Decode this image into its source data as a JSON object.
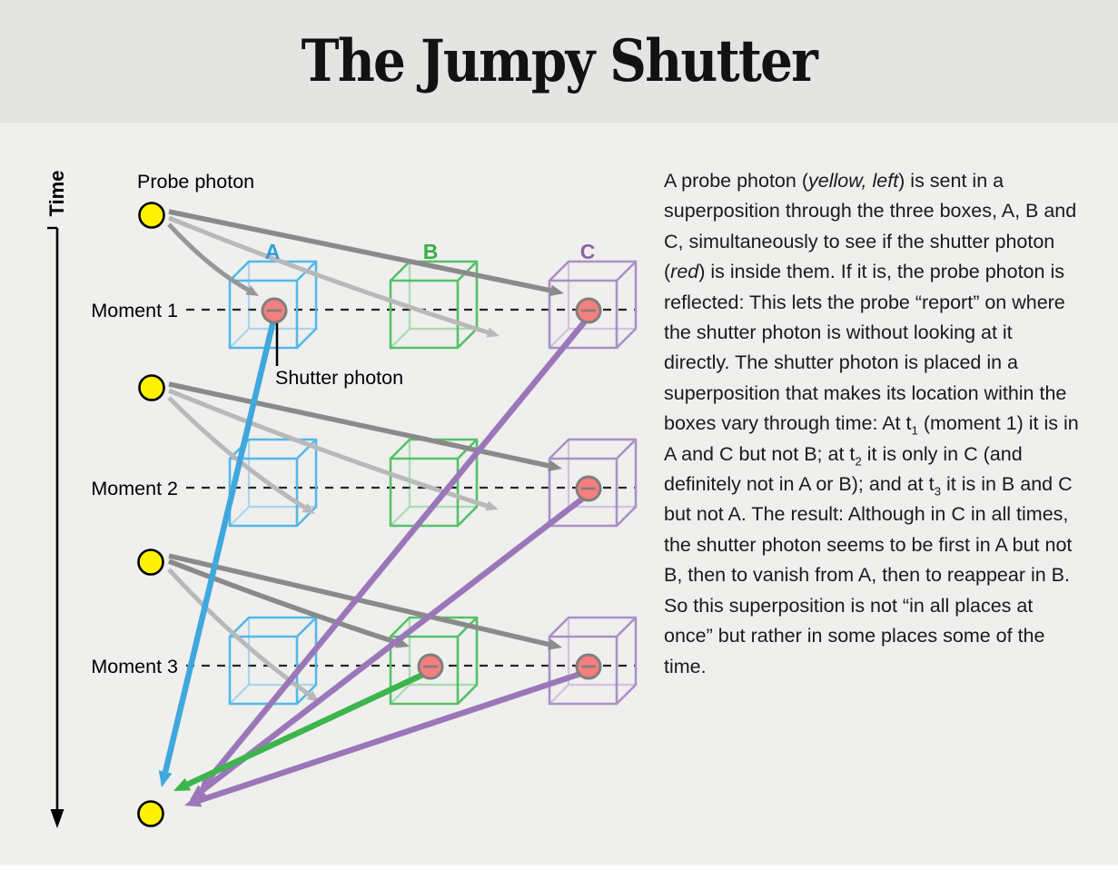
{
  "header": {
    "title": "The Jumpy Shutter"
  },
  "diagram": {
    "time_axis_label": "Time",
    "probe_photon_label": "Probe photon",
    "shutter_photon_label": "Shutter photon",
    "box_labels": {
      "a": "A",
      "b": "B",
      "c": "C"
    },
    "moments": [
      {
        "label": "Moment 1",
        "shutter_in": [
          "A",
          "C"
        ]
      },
      {
        "label": "Moment 2",
        "shutter_in": [
          "C"
        ]
      },
      {
        "label": "Moment 3",
        "shutter_in": [
          "B",
          "C"
        ]
      }
    ],
    "reflected_paths": [
      {
        "from_box": "A",
        "moment": 1,
        "color_key": "arrow_blue"
      },
      {
        "from_box": "B",
        "moment": 3,
        "color_key": "arrow_green"
      },
      {
        "from_box": "C",
        "moment": 1,
        "color_key": "arrow_purple"
      },
      {
        "from_box": "C",
        "moment": 2,
        "color_key": "arrow_purple"
      },
      {
        "from_box": "C",
        "moment": 3,
        "color_key": "arrow_purple"
      }
    ]
  },
  "colors": {
    "box_a": "#55B8E8",
    "box_b": "#55C167",
    "box_c": "#AC90C8",
    "label_a": "#2B9FD8",
    "label_b": "#3BAE49",
    "label_c": "#8A64A8",
    "arrow_blue": "#3FA8DD",
    "arrow_green": "#3DB54C",
    "arrow_purple": "#9B77BA",
    "arrow_gray_dark": "#8A8A8A",
    "arrow_gray_mid": "#979797",
    "arrow_gray_light": "#B9B9B9",
    "photon_yellow": "#FFF200",
    "photon_yellow_stroke": "#000000",
    "photon_red": "#F57E7E",
    "photon_red_stroke": "#7F7F7F",
    "dashed_line": "#262626",
    "header_bg": "#E4E4E3",
    "body_bg": "#EFEFEE"
  },
  "description": {
    "segments": [
      {
        "style": "normal",
        "text": "A probe photon ("
      },
      {
        "style": "italic",
        "text": "yellow, left"
      },
      {
        "style": "normal",
        "text": ") is sent in a superposition through the three boxes, A, B and C, simultaneously to see if the shutter photon ("
      },
      {
        "style": "italic",
        "text": "red"
      },
      {
        "style": "normal",
        "text": ") is inside them. If it is, the probe photon is reflected: This lets the probe “report” on where the shutter photon is without looking at it directly. The shutter photon is placed in a superposition that makes its location within the boxes vary through time: At t"
      },
      {
        "style": "sub",
        "text": "1"
      },
      {
        "style": "normal",
        "text": " (moment 1) it is in A and C but not B; at t"
      },
      {
        "style": "sub",
        "text": "2"
      },
      {
        "style": "normal",
        "text": " it is only in C (and definitely not in A or B); and at t"
      },
      {
        "style": "sub",
        "text": "3"
      },
      {
        "style": "normal",
        "text": " it is in B and C but not A. The result: Although in C in all times, the shutter photon seems to be first in A but not B, then to vanish from A, then to reappear in B. So this superposition is not “in all places at once” but rather in some places some of the time."
      }
    ]
  }
}
